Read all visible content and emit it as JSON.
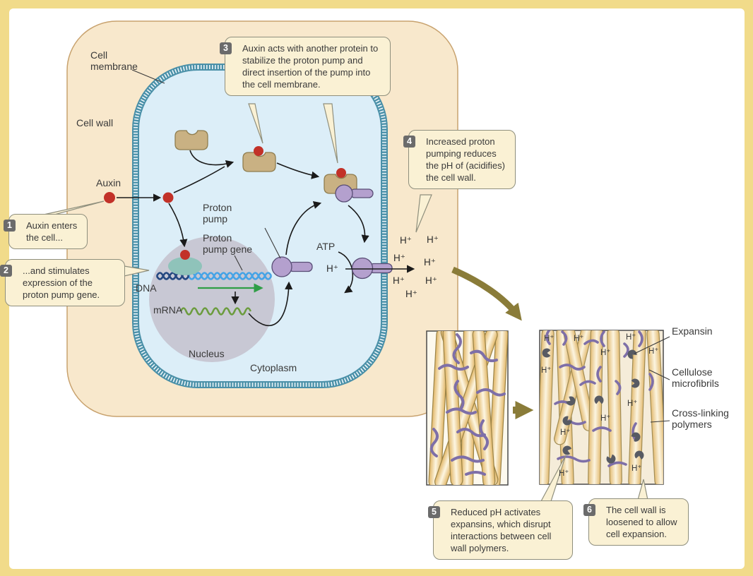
{
  "colors": {
    "frame_yellow": "#f1db8a",
    "canvas_white": "#ffffff",
    "cellwall_fill": "#f8e8cc",
    "cellwall_stroke": "#c8a26e",
    "cell_fill": "#dceef8",
    "membrane_teal": "#4a90a8",
    "membrane_tick": "#eef6fa",
    "nucleus_fill": "#c8c8d4",
    "callout_fill": "#faf1d4",
    "callout_stroke": "#8f8f7d",
    "badge_fill": "#6b6b6b",
    "badge_text": "#ffffff",
    "text_dark": "#3a3a3a",
    "auxin_red": "#c23128",
    "protein_tan": "#c9b183",
    "protein_stroke": "#8f7d4f",
    "pump_purple": "#b4a0ce",
    "pump_stroke": "#584d75",
    "dna_dark": "#27477f",
    "dna_light": "#45a3e6",
    "tf_teal": "#8fc3ba",
    "mrna_green": "#6b9c3e",
    "gene_arrow_green": "#2f9e46",
    "arrow_black": "#1a1a1a",
    "olive": "#8a7c39",
    "fibril_edge": "#e2b768",
    "fibril_mid": "#fdf6e2",
    "fibril_stroke": "#9a8347",
    "polymer_purple": "#7e6fa8",
    "expansin_gray": "#575a63",
    "panel1_bg": "#fdf9ee",
    "panel2_bg": "#f5ecd9"
  },
  "labels": {
    "cell_membrane": "Cell membrane",
    "cell_wall": "Cell wall",
    "auxin": "Auxin",
    "proton_pump": "Proton pump",
    "proton_pump_gene": "Proton pump gene",
    "dna": "DNA",
    "mrna": "mRNA",
    "nucleus": "Nucleus",
    "cytoplasm": "Cytoplasm",
    "atp": "ATP",
    "hplus": "H⁺",
    "expansin": "Expansin",
    "cellulose_microfibrils": "Cellulose microfibrils",
    "cross_linking_polymers": "Cross-linking polymers"
  },
  "callouts": [
    {
      "number": "1",
      "text": "Auxin enters the cell..."
    },
    {
      "number": "2",
      "text": "...and stimulates expression of the proton pump gene."
    },
    {
      "number": "3",
      "text": "Auxin acts with another protein to stabilize the proton pump and direct insertion of the pump into the cell membrane."
    },
    {
      "number": "4",
      "text": "Increased proton pumping reduces the pH of (acidifies) the cell wall."
    },
    {
      "number": "5",
      "text": "Reduced pH activates expansins, which disrupt interactions between cell wall polymers."
    },
    {
      "number": "6",
      "text": "The cell wall is loosened to allow cell expansion."
    }
  ]
}
